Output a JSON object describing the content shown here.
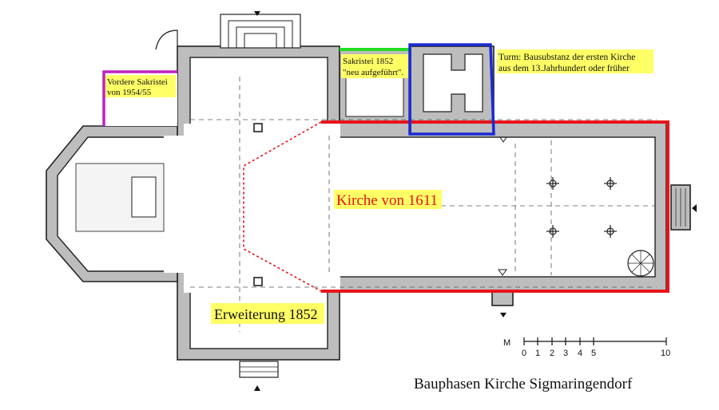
{
  "caption": "Bauphasen Kirche Sigmaringendorf",
  "labels": {
    "vordere_sakristei": [
      "Vordere Sakristei",
      "von 1954/55"
    ],
    "sakristei_1852": [
      "Sakristei 1852",
      "\"neu aufgeführt\"."
    ],
    "turm": [
      "Turm: Bausubstanz der ersten Kirche",
      "aus dem 13.Jahrhundert oder früher"
    ],
    "kirche_1611": "Kirche von 1611",
    "erweiterung_1852": "Erweiterung 1852"
  },
  "scale_bar": {
    "unit": "M",
    "ticks": [
      "0",
      "1",
      "2",
      "3",
      "4",
      "5",
      "10"
    ]
  },
  "colors": {
    "kirche_1611": "#e8141b",
    "erweiterung_1852": "#22dd22",
    "turm": "#1a2bd6",
    "vordere_sakristei": "#c020c0",
    "highlight": "#ffff66"
  }
}
